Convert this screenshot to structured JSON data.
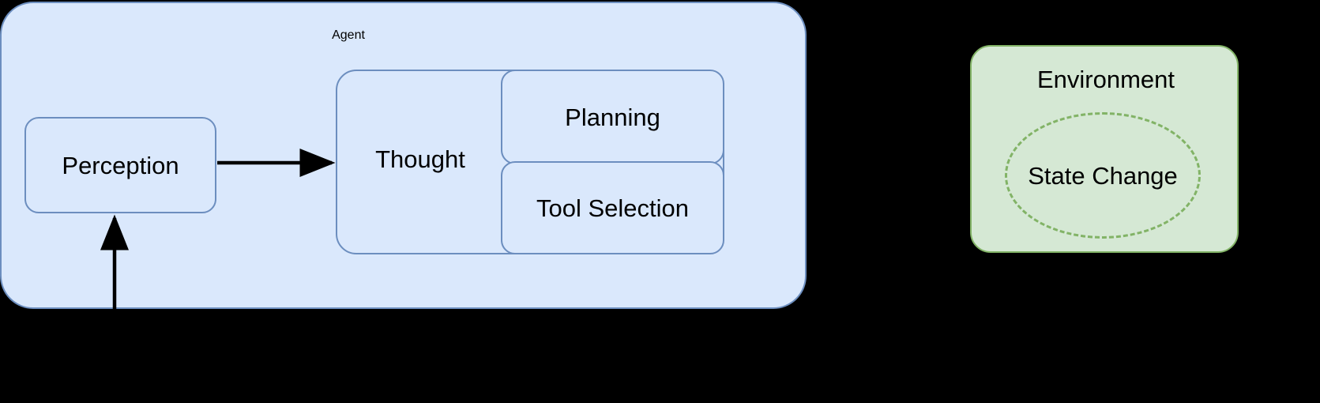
{
  "diagram": {
    "title": "Agent and Environment interaction diagram",
    "background_color": "#000000",
    "nodes": {
      "agent": {
        "label": "Agent",
        "fill": "#dae8fc",
        "stroke": "#6c8ebf",
        "shape": "rounded-rectangle"
      },
      "perception": {
        "label": "Perception",
        "fill": "#dae8fc",
        "stroke": "#6c8ebf",
        "shape": "rounded-rectangle"
      },
      "thought": {
        "label": "Thought",
        "fill": "#dae8fc",
        "stroke": "#6c8ebf",
        "shape": "rounded-rectangle"
      },
      "planning": {
        "label": "Planning",
        "fill": "#dae8fc",
        "stroke": "#6c8ebf",
        "shape": "rounded-rectangle"
      },
      "tool_selection": {
        "label": "Tool Selection",
        "fill": "#dae8fc",
        "stroke": "#6c8ebf",
        "shape": "rounded-rectangle"
      },
      "environment": {
        "label": "Environment",
        "fill": "#d5e8d4",
        "stroke": "#82b366",
        "shape": "rounded-rectangle"
      },
      "state_change": {
        "label": "State Change",
        "fill": "none",
        "stroke": "#82b366",
        "shape": "dashed-ellipse"
      }
    },
    "edges": [
      {
        "name": "perception-to-thought",
        "from": "perception",
        "to": "thought",
        "direction": "right",
        "color": "#000000",
        "arrowhead": true,
        "label": ""
      },
      {
        "name": "input-to-perception",
        "from": "below",
        "to": "perception",
        "direction": "up",
        "color": "#000000",
        "arrowhead": true,
        "label": ""
      }
    ]
  }
}
